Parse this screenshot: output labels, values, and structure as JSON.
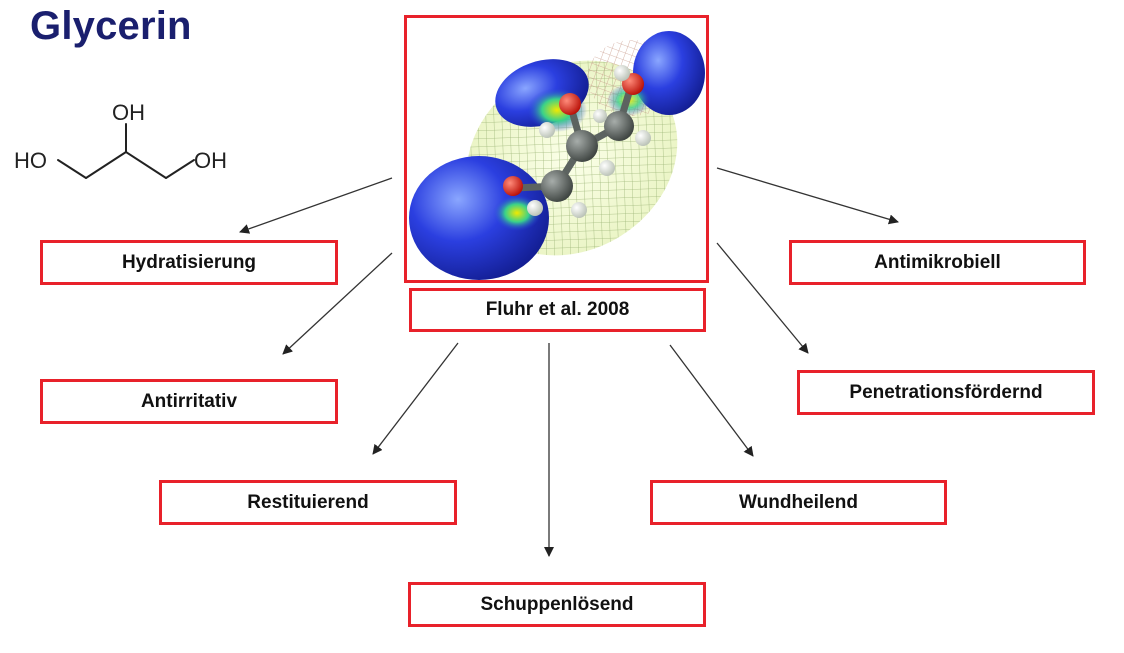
{
  "title": "Glycerin",
  "structure": {
    "top_group": "OH",
    "left_group": "HO",
    "right_group": "OH"
  },
  "reference": "Fluhr et al. 2008",
  "effects": {
    "hydratisierung": "Hydratisierung",
    "antimikrobiell": "Antimikrobiell",
    "antirritativ": "Antirritativ",
    "penetrationsfoerdernd": "Penetrationsfördernd",
    "restituierend": "Restituierend",
    "wundheilend": "Wundheilend",
    "schuppenloesend": "Schuppenlösend"
  },
  "colors": {
    "title": "#1a1f6e",
    "box_border": "#e8212a"
  }
}
